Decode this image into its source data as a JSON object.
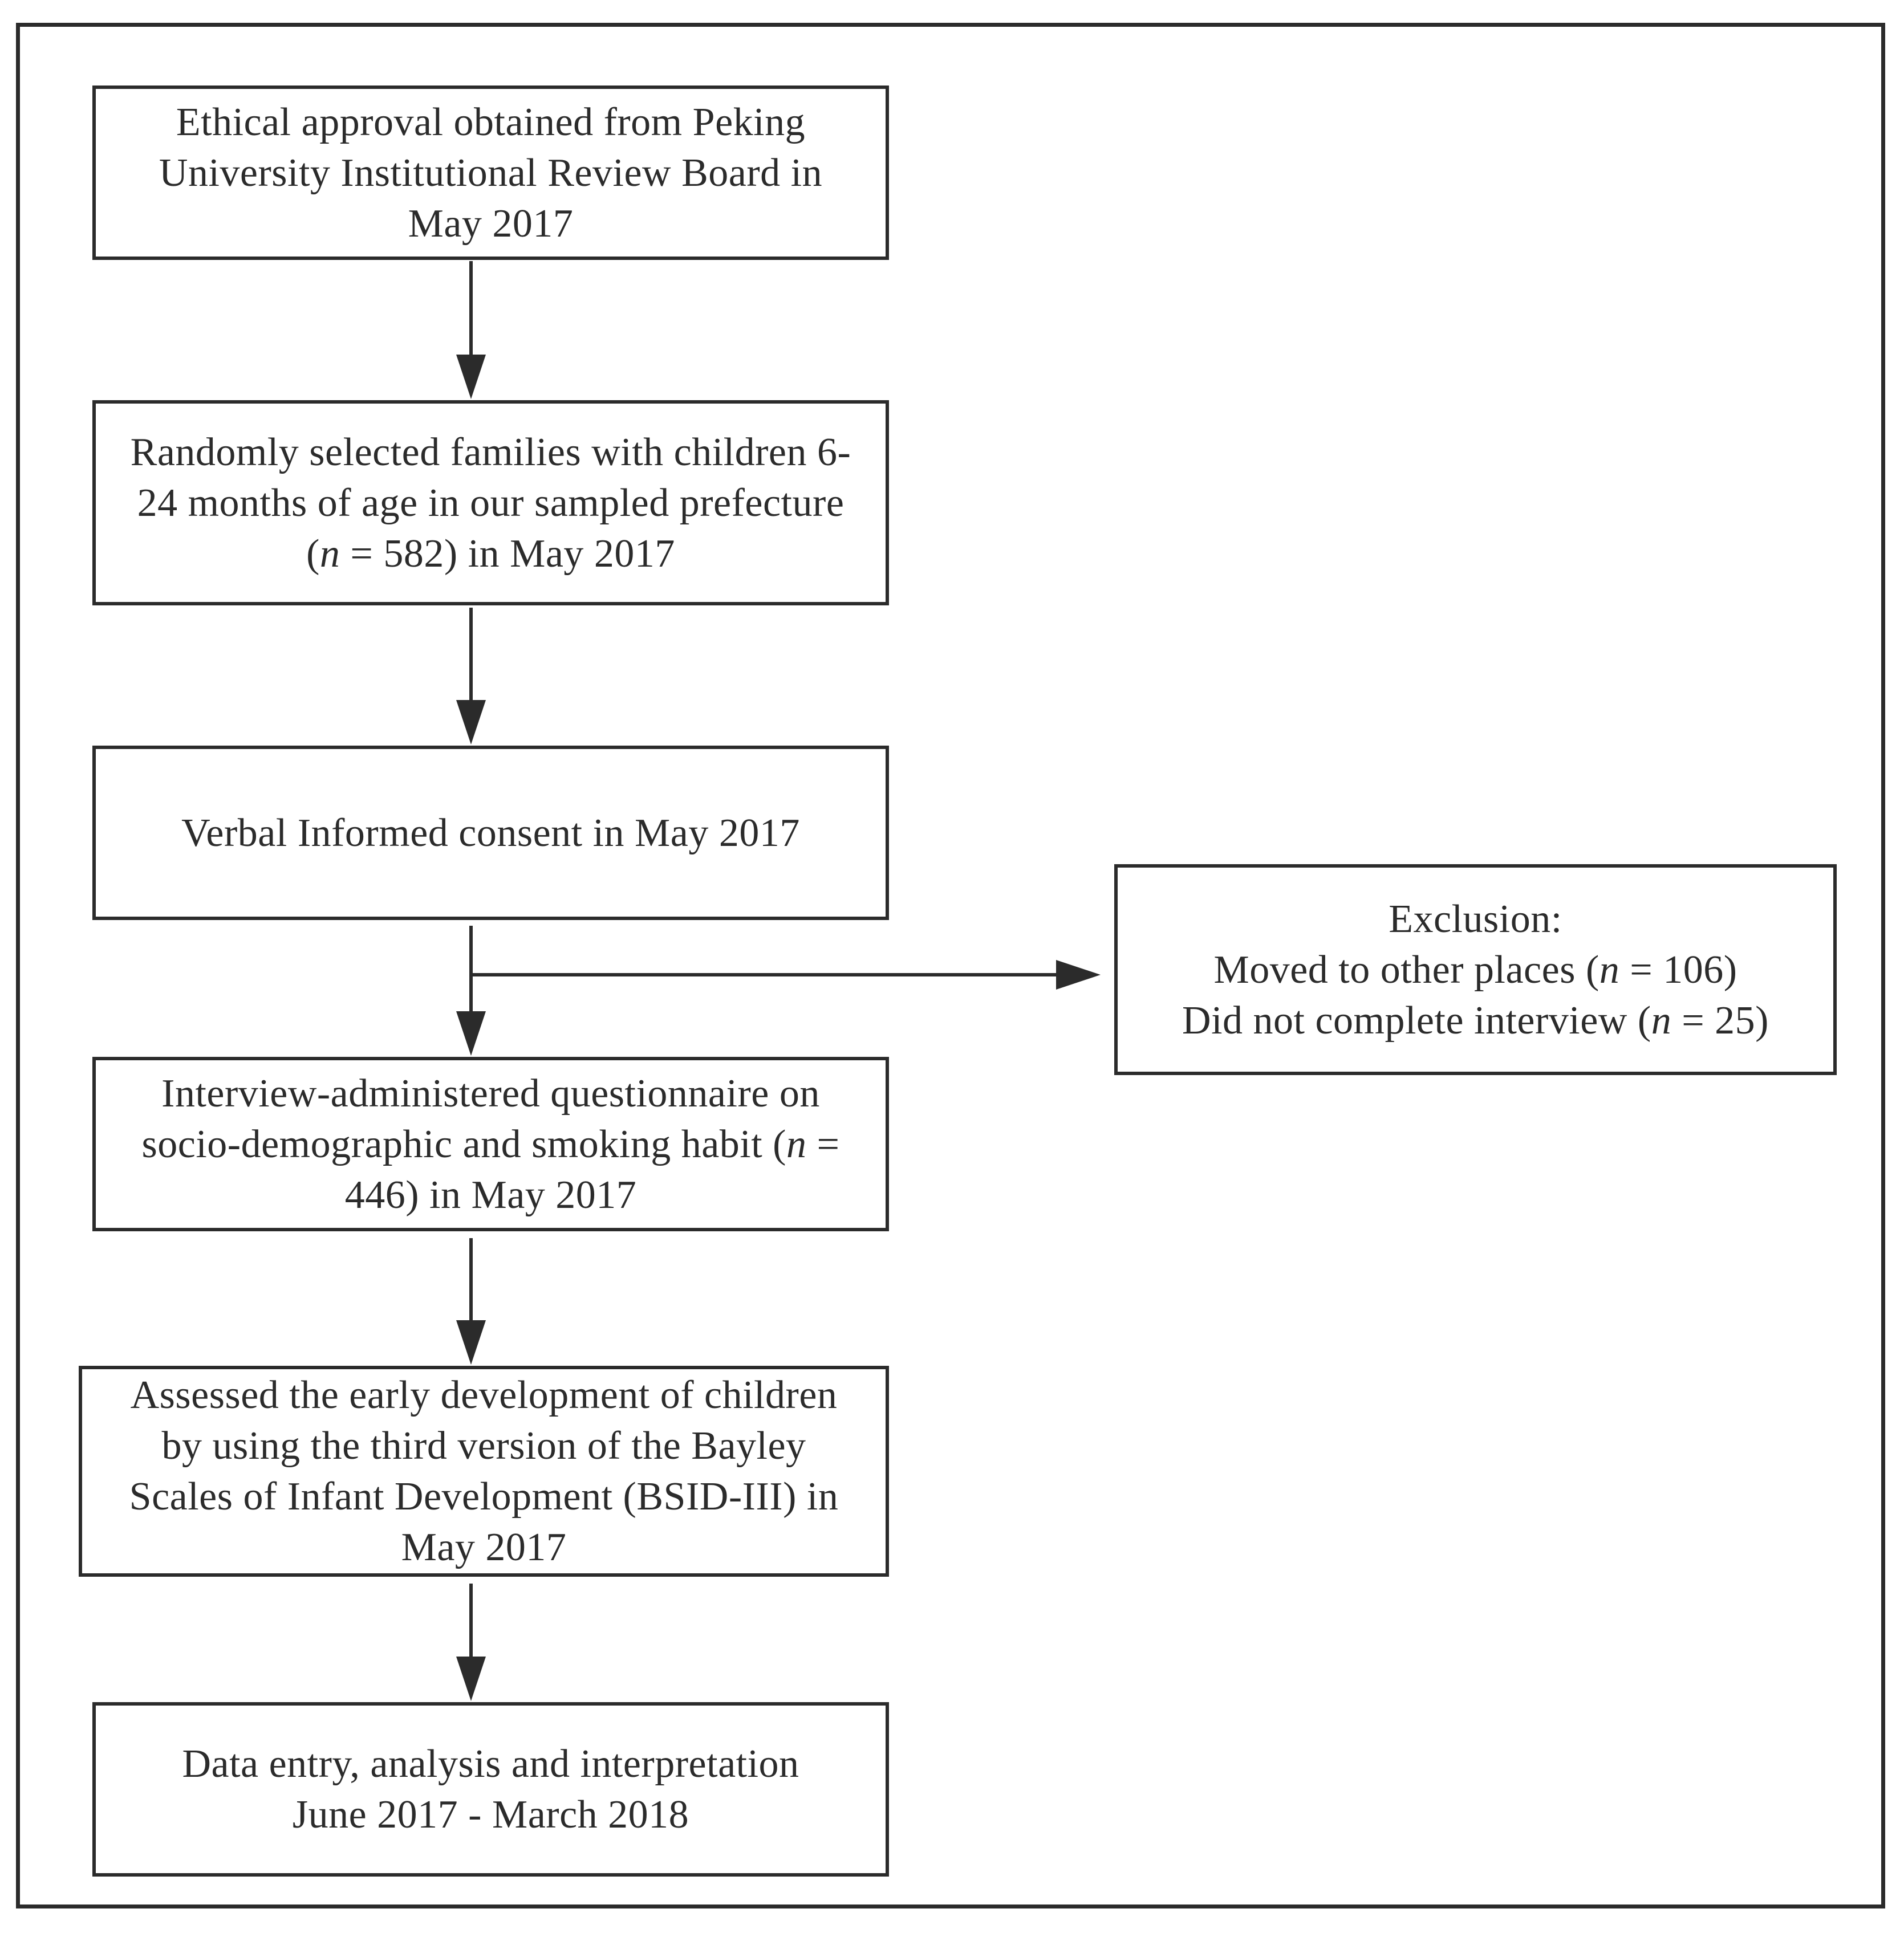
{
  "boxes": {
    "ethics": {
      "line1": "Ethical approval obtained from Peking",
      "line2": "University Institutional Review Board in",
      "line3": "May 2017"
    },
    "selection": {
      "line1": "Randomly selected families with children 6-",
      "line2": "24 months of age in our sampled prefecture",
      "line3_pre": "(",
      "line3_var": "n",
      "line3_post": " = 582) in May 2017"
    },
    "consent": {
      "line1": "Verbal Informed consent in May 2017"
    },
    "exclusion": {
      "line1": "Exclusion:",
      "line2_pre": "Moved to other places (",
      "line2_var": "n",
      "line2_post": " = 106)",
      "line3_pre": "Did not complete interview (",
      "line3_var": "n",
      "line3_post": " = 25)"
    },
    "questionnaire": {
      "line1": "Interview-administered questionnaire on",
      "line2_pre": "socio-demographic and smoking habit (",
      "line2_var": "n",
      "line2_post": " =",
      "line3": "446) in May 2017"
    },
    "assessment": {
      "line1": "Assessed the early development of children",
      "line2": "by using the third version of the Bayley",
      "line3": "Scales of Infant Development (BSID-III) in",
      "line4": "May 2017"
    },
    "analysis": {
      "line1": "Data entry, analysis and interpretation",
      "line2": "June 2017 - March 2018"
    }
  }
}
